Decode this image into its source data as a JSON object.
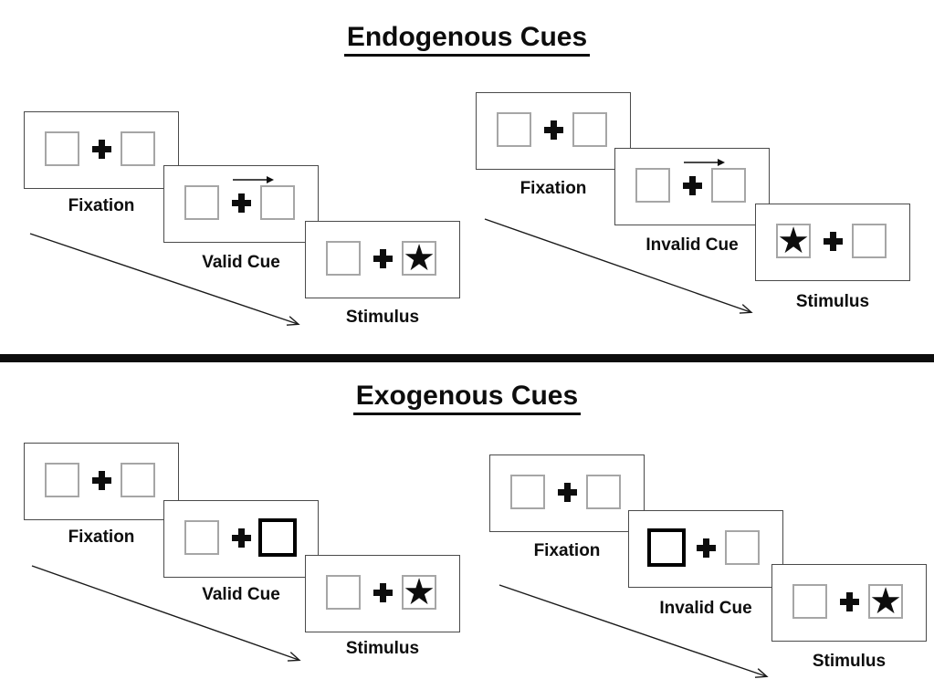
{
  "sections": [
    {
      "id": "endogenous",
      "title": "Endogenous Cues",
      "trials": [
        {
          "id": "endogenous-valid",
          "steps": [
            {
              "label": "Fixation",
              "type": "fixation"
            },
            {
              "label": "Valid Cue",
              "type": "arrow-cue",
              "cue_direction": "right"
            },
            {
              "label": "Stimulus",
              "type": "stimulus",
              "star_side": "right"
            }
          ]
        },
        {
          "id": "endogenous-invalid",
          "steps": [
            {
              "label": "Fixation",
              "type": "fixation"
            },
            {
              "label": "Invalid Cue",
              "type": "arrow-cue",
              "cue_direction": "right"
            },
            {
              "label": "Stimulus",
              "type": "stimulus",
              "star_side": "left"
            }
          ]
        }
      ]
    },
    {
      "id": "exogenous",
      "title": "Exogenous Cues",
      "trials": [
        {
          "id": "exogenous-valid",
          "steps": [
            {
              "label": "Fixation",
              "type": "fixation"
            },
            {
              "label": "Valid Cue",
              "type": "highlight-cue",
              "highlight_side": "right"
            },
            {
              "label": "Stimulus",
              "type": "stimulus",
              "star_side": "right"
            }
          ]
        },
        {
          "id": "exogenous-invalid",
          "steps": [
            {
              "label": "Fixation",
              "type": "fixation"
            },
            {
              "label": "Invalid Cue",
              "type": "highlight-cue",
              "highlight_side": "left"
            },
            {
              "label": "Stimulus",
              "type": "stimulus",
              "star_side": "right"
            }
          ]
        }
      ]
    }
  ],
  "icons": {
    "star": "★"
  },
  "colors": {
    "ink": "#0d0d0d",
    "panel_border": "#4a4a4a",
    "box_border": "#a6a6a6",
    "highlight_border": "#000000",
    "background": "#ffffff"
  }
}
